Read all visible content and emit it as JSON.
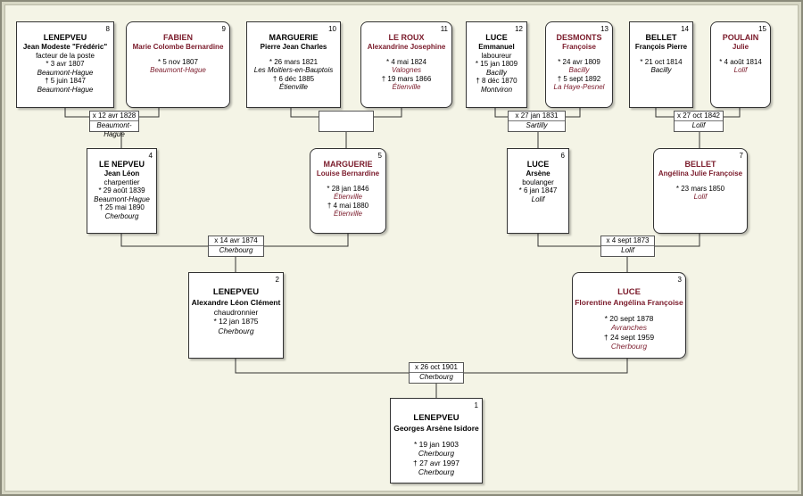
{
  "persons": [
    {
      "id": "p8",
      "num": "8",
      "sex": "m",
      "surname": "LENEPVEU",
      "given": "Jean Modeste \"Frédéric\"",
      "occupation": "facteur de la poste",
      "birth": "* 3 avr 1807",
      "birth_place": "Beaumont-Hague",
      "death": "† 5 juin 1847",
      "death_place": "Beaumont-Hague"
    },
    {
      "id": "p9",
      "num": "9",
      "sex": "f",
      "surname": "FABIEN",
      "given": "Marie Colombe Bernardine",
      "birth": "* 5 nov 1807",
      "birth_place": "Beaumont-Hague"
    },
    {
      "id": "p10",
      "num": "10",
      "sex": "m",
      "surname": "MARGUERIE",
      "given": "Pierre Jean Charles",
      "birth": "* 26 mars 1821",
      "birth_place": "Les Moitiers-en-Bauptois",
      "death": "† 6 déc 1885",
      "death_place": "Étienville"
    },
    {
      "id": "p11",
      "num": "11",
      "sex": "f",
      "surname": "LE ROUX",
      "given": "Alexandrine Josephine",
      "birth": "* 4 mai 1824",
      "birth_place": "Valognes",
      "death": "† 19 mars 1866",
      "death_place": "Étienville"
    },
    {
      "id": "p12",
      "num": "12",
      "sex": "m",
      "surname": "LUCE",
      "given": "Emmanuel",
      "occupation": "laboureur",
      "birth": "* 15 jan 1809",
      "birth_place": "Bacilly",
      "death": "† 8 déc 1870",
      "death_place": "Montviron"
    },
    {
      "id": "p13",
      "num": "13",
      "sex": "f",
      "surname": "DESMONTS",
      "given": "Françoise",
      "birth": "* 24 avr 1809",
      "birth_place": "Bacilly",
      "death": "† 5 sept 1892",
      "death_place": "La Haye-Pesnel"
    },
    {
      "id": "p14",
      "num": "14",
      "sex": "m",
      "surname": "BELLET",
      "given": "François Pierre",
      "birth": "* 21 oct 1814",
      "birth_place": "Bacilly"
    },
    {
      "id": "p15",
      "num": "15",
      "sex": "f",
      "surname": "POULAIN",
      "given": "Julie",
      "birth": "* 4 août 1814",
      "birth_place": "Lolif"
    },
    {
      "id": "p4",
      "num": "4",
      "sex": "m",
      "surname": "LE NEPVEU",
      "given": "Jean Léon",
      "occupation": "charpentier",
      "birth": "* 29 août 1839",
      "birth_place": "Beaumont-Hague",
      "death": "† 25 mai 1890",
      "death_place": "Cherbourg"
    },
    {
      "id": "p5",
      "num": "5",
      "sex": "f",
      "surname": "MARGUERIE",
      "given": "Louise Bernardine",
      "birth": "* 28 jan 1846",
      "birth_place": "Étienville",
      "death": "† 4 mai 1880",
      "death_place": "Étienville"
    },
    {
      "id": "p6",
      "num": "6",
      "sex": "m",
      "surname": "LUCE",
      "given": "Arsène",
      "occupation": "boulanger",
      "birth": "* 6 jan 1847",
      "birth_place": "Lolif"
    },
    {
      "id": "p7",
      "num": "7",
      "sex": "f",
      "surname": "BELLET",
      "given": "Angélina Julie Françoise",
      "birth": "* 23 mars 1850",
      "birth_place": "Lolif"
    },
    {
      "id": "p2",
      "num": "2",
      "sex": "m",
      "surname": "LENEPVEU",
      "given": "Alexandre Léon Clément",
      "occupation": "chaudronnier",
      "birth": "* 12 jan 1875",
      "birth_place": "Cherbourg"
    },
    {
      "id": "p3",
      "num": "3",
      "sex": "f",
      "surname": "LUCE",
      "given": "Florentine Angélina Françoise",
      "birth": "* 20 sept 1878",
      "birth_place": "Avranches",
      "death": "† 24 sept 1959",
      "death_place": "Cherbourg"
    },
    {
      "id": "p1",
      "num": "1",
      "sex": "m",
      "surname": "LENEPVEU",
      "given": "Georges Arsène Isidore",
      "birth": "* 19 jan 1903",
      "birth_place": "Cherbourg",
      "death": "† 27 avr 1997",
      "death_place": "Cherbourg"
    }
  ],
  "marriages": [
    {
      "id": "m89",
      "date": "x 12 avr 1828",
      "place": "Beaumont-Hague"
    },
    {
      "id": "m1011",
      "date": "",
      "place": ""
    },
    {
      "id": "m1213",
      "date": "x 27 jan 1831",
      "place": "Sartilly"
    },
    {
      "id": "m1415",
      "date": "x 27 oct 1842",
      "place": "Lolif"
    },
    {
      "id": "m45",
      "date": "x 14 avr 1874",
      "place": "Cherbourg"
    },
    {
      "id": "m67",
      "date": "x 4 sept 1873",
      "place": "Lolif"
    },
    {
      "id": "m23",
      "date": "x 26 oct 1901",
      "place": "Cherbourg"
    }
  ]
}
